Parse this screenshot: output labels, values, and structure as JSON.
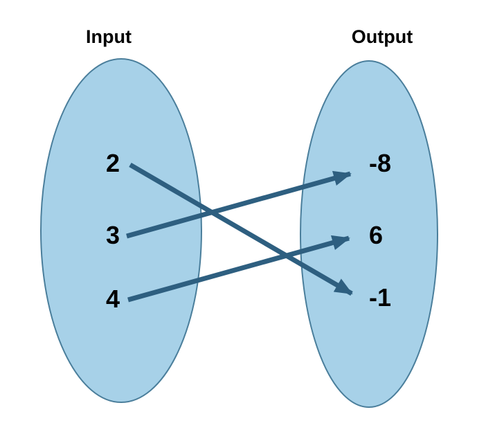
{
  "diagram": {
    "type": "function-mapping-diagram",
    "left_set": {
      "title": "Input",
      "values": [
        "2",
        "3",
        "4"
      ]
    },
    "right_set": {
      "title": "Output",
      "values": [
        "-8",
        "6",
        "-1"
      ]
    },
    "mappings": [
      {
        "from": "2",
        "to": "-1"
      },
      {
        "from": "3",
        "to": "-8"
      },
      {
        "from": "4",
        "to": "6"
      }
    ],
    "colors": {
      "ellipse_fill": "#A7D1E8",
      "ellipse_stroke": "#4A7E9B",
      "arrow": "#2E5F80",
      "text": "#000000",
      "background": "#FFFFFF"
    }
  }
}
